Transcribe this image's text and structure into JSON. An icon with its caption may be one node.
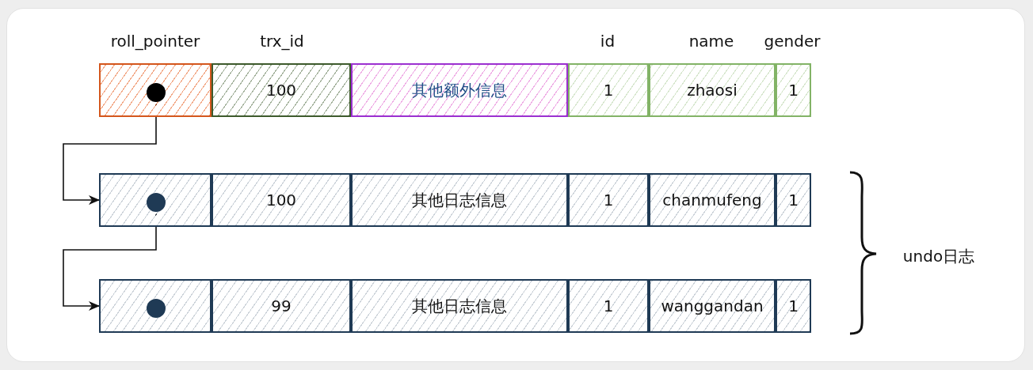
{
  "diagram": {
    "nodes": [
      {
        "text": [],
        "shape": "box"
      },
      {
        "text": [],
        "shape": "circle",
        "in": 0
      },
      {
        "text": [
          "100"
        ]
      },
      {
        "text": [
          "其他额外信息"
        ]
      },
      {
        "text": [
          "1"
        ]
      },
      {
        "text": [
          "zhaosi"
        ]
      },
      {
        "text": [
          "1"
        ]
      },
      {
        "text": [],
        "shape": "box"
      },
      {
        "text": [],
        "shape": "circle",
        "in": 7
      },
      {
        "text": [
          "100"
        ]
      },
      {
        "text": [
          "其他日志信息"
        ]
      },
      {
        "text": [
          "1"
        ]
      },
      {
        "text": [
          "chanmufeng"
        ]
      },
      {
        "text": [
          "1"
        ]
      },
      {
        "text": [],
        "shape": "box"
      },
      {
        "text": [],
        "shape": "circle",
        "in": 14
      },
      {
        "text": [
          "99"
        ]
      },
      {
        "text": [
          "其他日志信息"
        ]
      },
      {
        "text": [
          "1"
        ]
      },
      {
        "text": [
          "wanggandan"
        ]
      },
      {
        "text": [
          "1"
        ]
      }
    ],
    "edges": [
      {
        "from": 1,
        "to": 7,
        "arrow": "to"
      },
      {
        "from": 8,
        "to": 14,
        "arrow": "to"
      }
    ],
    "labels": [
      "roll_pointer",
      "trx_id",
      "id",
      "name",
      "gender",
      "undo日志"
    ]
  }
}
